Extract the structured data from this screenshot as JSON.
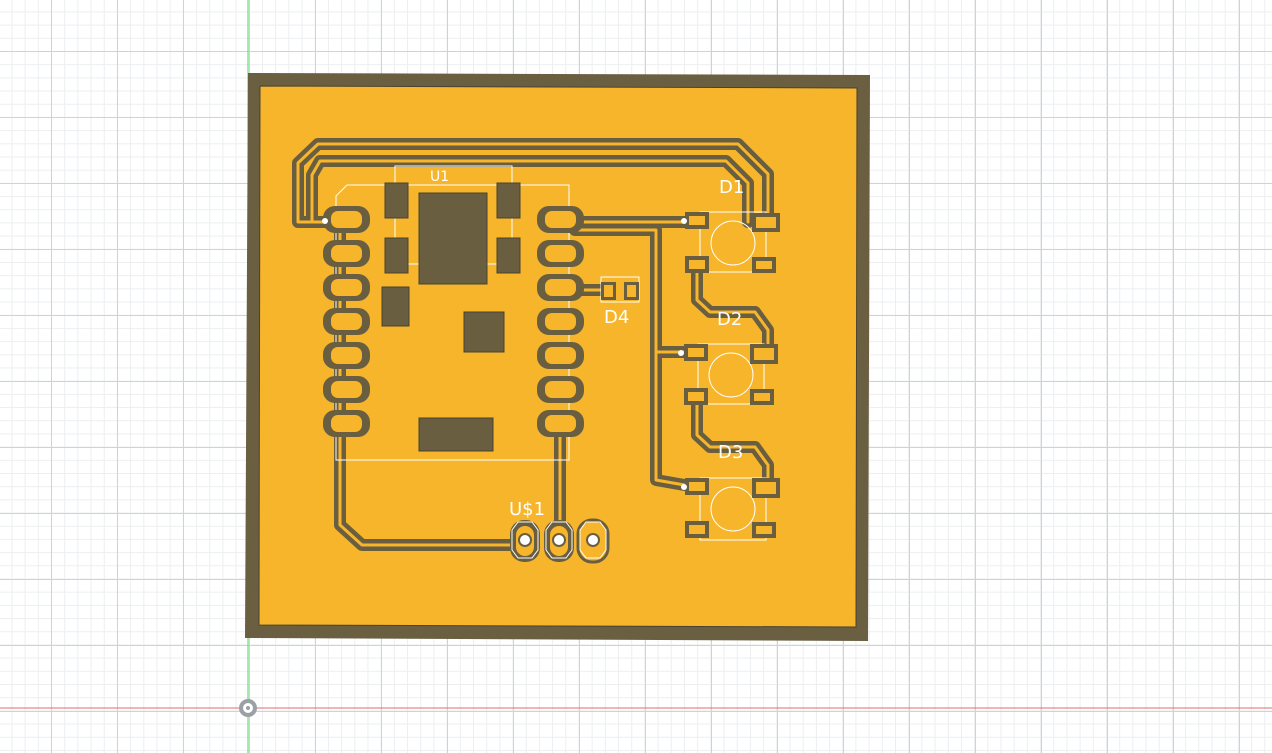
{
  "colors": {
    "board_edge": "#6b5f42",
    "copper_pour": "#f6b52b",
    "trace": "#6a5e41",
    "silkscreen": "#ffffff",
    "axis_x": "#e06b6b",
    "axis_y": "#4cd964"
  },
  "components": {
    "u1": {
      "label": "U1"
    },
    "d1": {
      "label": "D1"
    },
    "d2": {
      "label": "D2"
    },
    "d3": {
      "label": "D3"
    },
    "d4": {
      "label": "D4"
    },
    "header": {
      "label": "U$1"
    }
  },
  "icons": {
    "origin": "origin-marker-icon"
  }
}
